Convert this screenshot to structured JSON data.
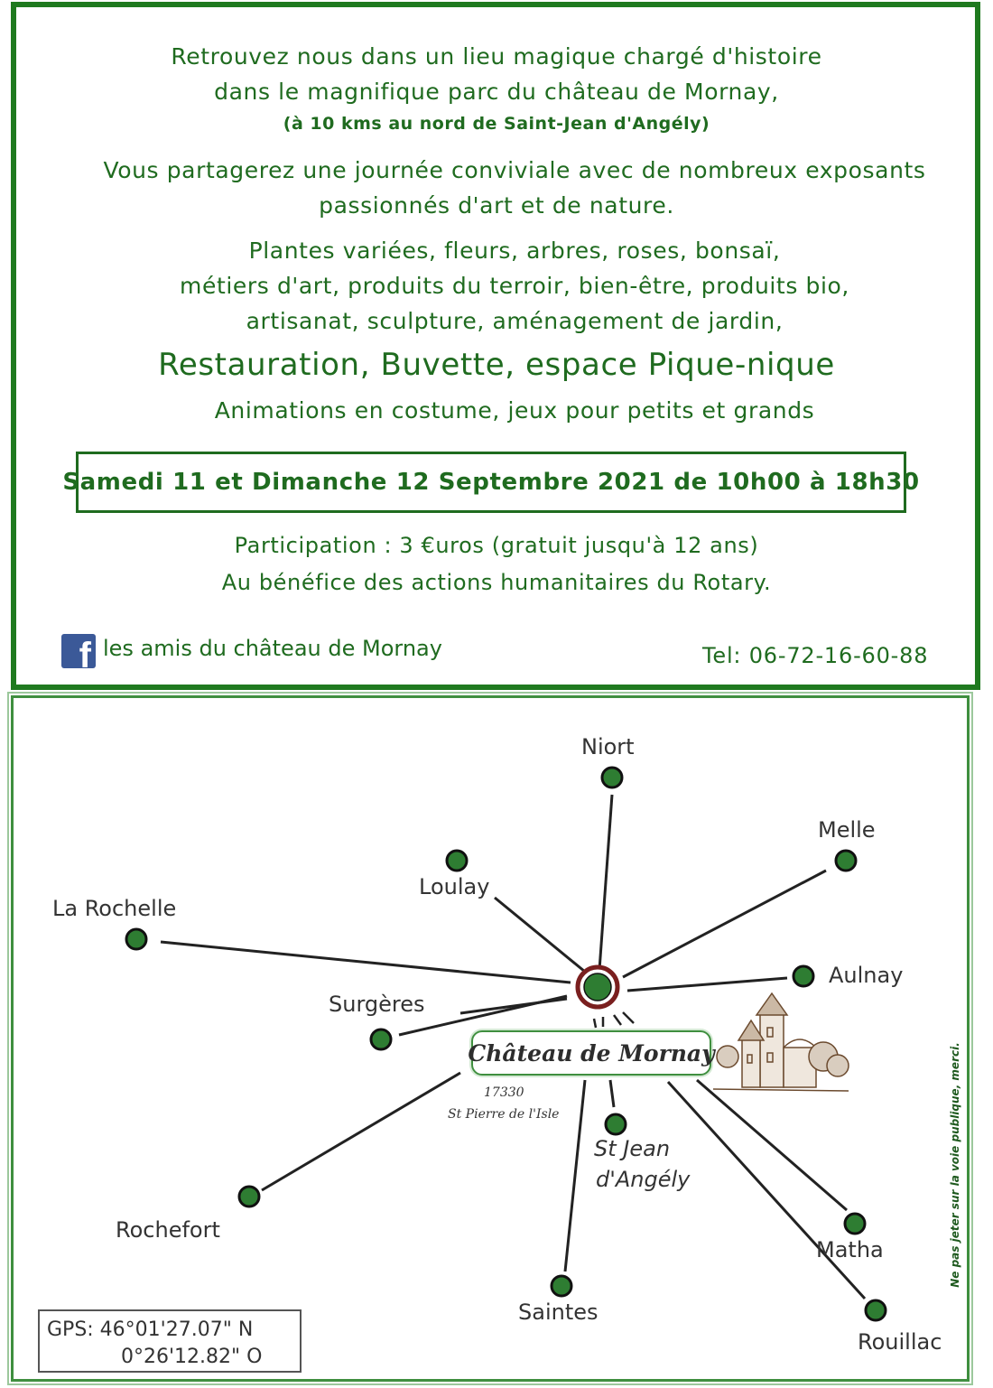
{
  "flyer": {
    "intro_line1": "Retrouvez nous dans un lieu magique chargé d'histoire",
    "intro_line2": "dans le magnifique parc du château de Mornay,",
    "intro_line3": "(à 10 kms au nord de Saint-Jean d'Angély)",
    "para_line1": "Vous partagerez une journée conviviale avec de nombreux exposants",
    "para_line2": "passionnés d'art et de nature.",
    "list_line1": "Plantes variées, fleurs, arbres, roses, bonsaï,",
    "list_line2": "métiers d'art, produits du terroir, bien-être, produits bio,",
    "list_line3": "artisanat, sculpture, aménagement de jardin,",
    "highlight": "Restauration, Buvette, espace Pique-nique",
    "animations": "Animations en costume, jeux pour petits et grands",
    "date": "Samedi 11 et Dimanche 12 Septembre 2021 de 10h00 à 18h30",
    "price": "Participation : 3 €uros (gratuit jusqu'à 12 ans)",
    "benefit": "Au bénéfice des actions humanitaires du Rotary.",
    "facebook_label": "les amis du château de Mornay",
    "phone": "Tel: 06-72-16-60-88"
  },
  "map": {
    "center_name": "Château de Mornay",
    "postcode": "17330",
    "commune": "St Pierre de l'Isle",
    "cities": {
      "niort": "Niort",
      "melle": "Melle",
      "loulay": "Loulay",
      "la_rochelle": "La Rochelle",
      "aulnay": "Aulnay",
      "surgeres": "Surgères",
      "st_jean_line1": "St Jean",
      "st_jean_line2": "d'Angély",
      "rochefort": "Rochefort",
      "matha": "Matha",
      "saintes": "Saintes",
      "rouillac": "Rouillac"
    },
    "gps_lat": "GPS: 46°01'27.07\" N",
    "gps_lon": "0°26'12.82\" O",
    "vertical_note": "Ne pas jeter sur la voie publique, merci."
  },
  "colors": {
    "green": "#1f6b1f",
    "dot": "#2e7d32",
    "facebook": "#3b5998"
  },
  "icons": {
    "facebook": "facebook-icon",
    "castle": "castle-illustration"
  }
}
